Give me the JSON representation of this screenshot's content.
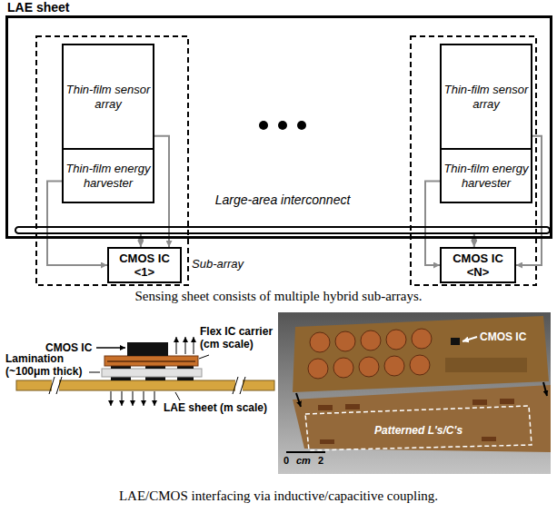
{
  "diagram": {
    "caption": "LAE/CMOS interfacing via inductive/capacitive coupling.",
    "nodes": [
      {
        "text": [
          "LAE sheet"
        ]
      },
      {
        "text": [
          "Thin-film sensor array"
        ],
        "in": 0
      },
      {
        "text": [
          "Thin-film energy harvester"
        ],
        "in": 0
      },
      {
        "text": [
          "Thin-film sensor array"
        ],
        "in": 0
      },
      {
        "text": [
          "Thin-film energy harvester"
        ],
        "in": 0
      },
      {
        "text": [
          "Large-area interconnect"
        ],
        "in": 0
      },
      {
        "text": [
          "CMOS IC <1>"
        ]
      },
      {
        "text": [
          "CMOS IC <N>"
        ]
      }
    ],
    "edges": [
      {
        "from": 1,
        "to": 6,
        "arrow": "to"
      },
      {
        "from": 2,
        "to": 6,
        "arrow": "to"
      },
      {
        "from": 3,
        "to": 7,
        "arrow": "to"
      },
      {
        "from": 4,
        "to": 7,
        "arrow": "to"
      },
      {
        "from": 5,
        "to": 6,
        "arrow": "both"
      },
      {
        "from": 5,
        "to": 7,
        "arrow": "both"
      }
    ],
    "labels": [
      "Sub-array",
      "Sensing sheet consists of multiple hybrid sub-arrays.",
      "CMOS IC",
      "Flex IC carrier (cm scale)",
      "Lamination (~100μm thick)",
      "LAE sheet (m scale)",
      "CMOS IC",
      "Patterned L's/C's",
      "0",
      "cm",
      "2"
    ]
  }
}
